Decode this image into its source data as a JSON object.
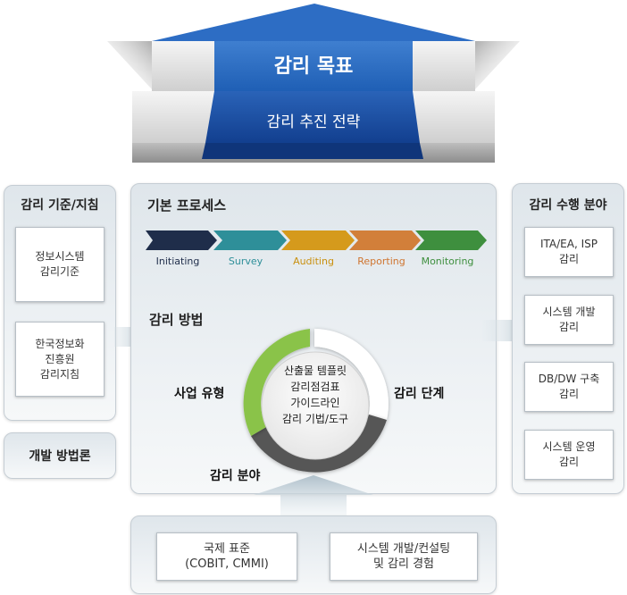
{
  "roof": {
    "goal": "감리 목표",
    "strategy": "감리 추진 전략"
  },
  "left_panel": {
    "title": "감리 기준/지침",
    "cards": [
      "정보시스템\n감리기준",
      "한국정보화\n진흥원\n감리지침"
    ],
    "extra": "개발 방법론"
  },
  "center": {
    "process_title": "기본 프로세스",
    "steps": [
      {
        "label": "Initiating",
        "color": "#1f2d4a"
      },
      {
        "label": "Survey",
        "color": "#2e8f99"
      },
      {
        "label": "Auditing",
        "color": "#d59a1c"
      },
      {
        "label": "Reporting",
        "color": "#d27f3a"
      },
      {
        "label": "Monitoring",
        "color": "#3e8f3e"
      }
    ],
    "method_title": "감리 방법",
    "ring": {
      "center_lines": [
        "산출물 템플릿",
        "감리점검표",
        "가이드라인",
        "감리 기법/도구"
      ],
      "label_left": "사업 유형",
      "label_right": "감리 단계",
      "label_bottom": "감리 분야",
      "colors": {
        "green": "#8ac34a",
        "gray": "#555555",
        "white": "#ffffff"
      }
    }
  },
  "right_panel": {
    "title": "감리 수행 분야",
    "cards": [
      "ITA/EA, ISP\n감리",
      "시스템 개발\n감리",
      "DB/DW 구축\n감리",
      "시스템 운영\n감리"
    ]
  },
  "bottom_panel": {
    "cards": [
      "국제 표준\n(COBIT, CMMI)",
      "시스템 개발/컨설팅\n및 감리 경험"
    ]
  }
}
